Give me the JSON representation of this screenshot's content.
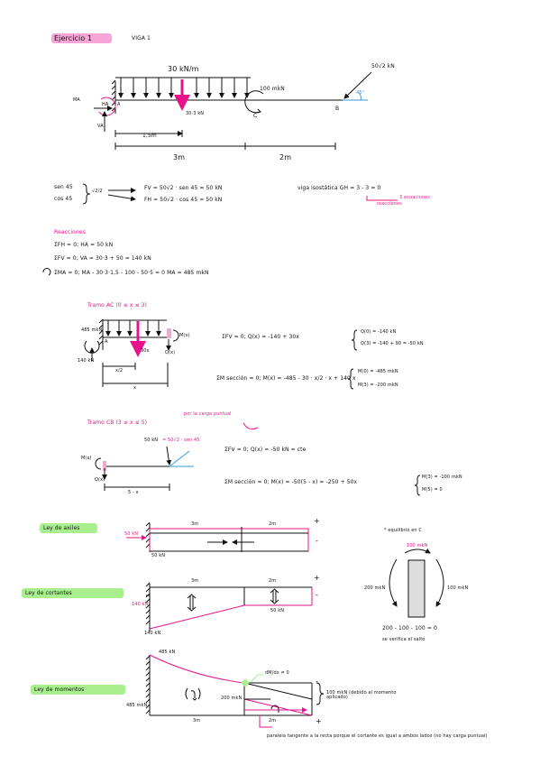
{
  "header": {
    "exercise_title": "Ejercicio 1",
    "beam_label": "VIGA 1"
  },
  "beam": {
    "dist_load": "30 kN/m",
    "point_load": "50√2 kN",
    "moment": "100 mkN",
    "resultant": "30·3 kN",
    "angle": "45°",
    "node_a": "A",
    "node_b": "B",
    "node_c": "C",
    "reaction_h": "HA",
    "reaction_m": "MA",
    "reaction_v": "VA",
    "dim_15": "1,5m",
    "dim_3": "3m",
    "dim_2": "2m"
  },
  "trig": {
    "sin": "sen 45",
    "cos": "cos 45",
    "root": "√2/2",
    "fv": "FV = 50√2 · sen 45 = 50 kN",
    "fh": "FH = 50√2 · cos 45 = 50 kN",
    "iso": "viga isostática   GH = 3 - 3 = 0",
    "iso_note": "3 ecuaciones",
    "iso_note2": "reacciones"
  },
  "reactions": {
    "title": "Reacciones",
    "eq1": "ΣFH = 0;    HA = 50 kN",
    "eq2": "ΣFV = 0;   VA = 30·3 + 50 = 140 kN",
    "eq3": "ΣMA = 0;   MA - 30·3·1,5 - 100 - 50·5 = 0      MA = 485 mkN"
  },
  "tramo_ac": {
    "title": "Tramo AC   (0 ≤ x ≤ 3)",
    "m_left": "485 mkN",
    "v_left": "140 kN",
    "load": "30x",
    "m_x": "M(x)",
    "q_x": "Q(x)",
    "half": "x/2",
    "x": "x",
    "a": "A",
    "eq_fv": "ΣFV = 0;      Q(x) = -140 + 30x",
    "q0": "Q(0) = -140 kN",
    "q3": "Q(3) = -140 + 90 = -50 kN",
    "eq_m": "ΣM sección = 0;   M(x) = -485 - 30 · x/2 · x + 140 x",
    "m0": "M(0) = -485 mkN",
    "m3": "M(3) = -200 mkN"
  },
  "tramo_cb": {
    "title": "Tramo CB   (3 ≤ x ≤ 5)",
    "note": "por la carga puntual",
    "load": "50 kN",
    "load_eq": "= 50√2 · sen 45",
    "m_x": "M(x)",
    "q_x": "Q(x)",
    "dim": "5 - x",
    "eq_fv": "ΣFV = 0;      Q(x) = -50 kN = cte",
    "eq_m": "ΣM sección = 0;   M(x) = -50(5 - x) = -250 + 50x",
    "m3": "M(3) = -100 mkN",
    "m5": "M(5) = 0"
  },
  "diagrams": {
    "axial_title": "Ley de axiles",
    "axial_val": "50 kN",
    "axial_val2": "50 kN",
    "shear_title": "Ley de cortantes",
    "shear_140": "140 kN",
    "shear_140b": "140 kN",
    "shear_50": "50 kN",
    "moment_title": "Ley de momentos",
    "m_485_top": "485 kN",
    "m_485_left": "485 mkN",
    "m_200": "200 mkN",
    "m_100": "100 mkN (debido al momento aplicado)",
    "slope": "dM/dx ≠ 0",
    "len3": "3m",
    "len2": "2m",
    "plus": "+",
    "minus": "-",
    "parallel": "paralela tangente a la recta porque el cortante es igual a ambos lados (no hay carga puntual)"
  },
  "equilibrium": {
    "title": "* equilibrio en C",
    "top": "100 mkN",
    "left": "200 mkN",
    "right": "100 mkN",
    "eq": "200 - 100 - 100 = 0",
    "check": "se verifica el salto"
  },
  "colors": {
    "accent": "#e8138a",
    "highlight_pink": "#f5a6d6",
    "highlight_green": "#a9ef8f",
    "ink": "#111111"
  }
}
